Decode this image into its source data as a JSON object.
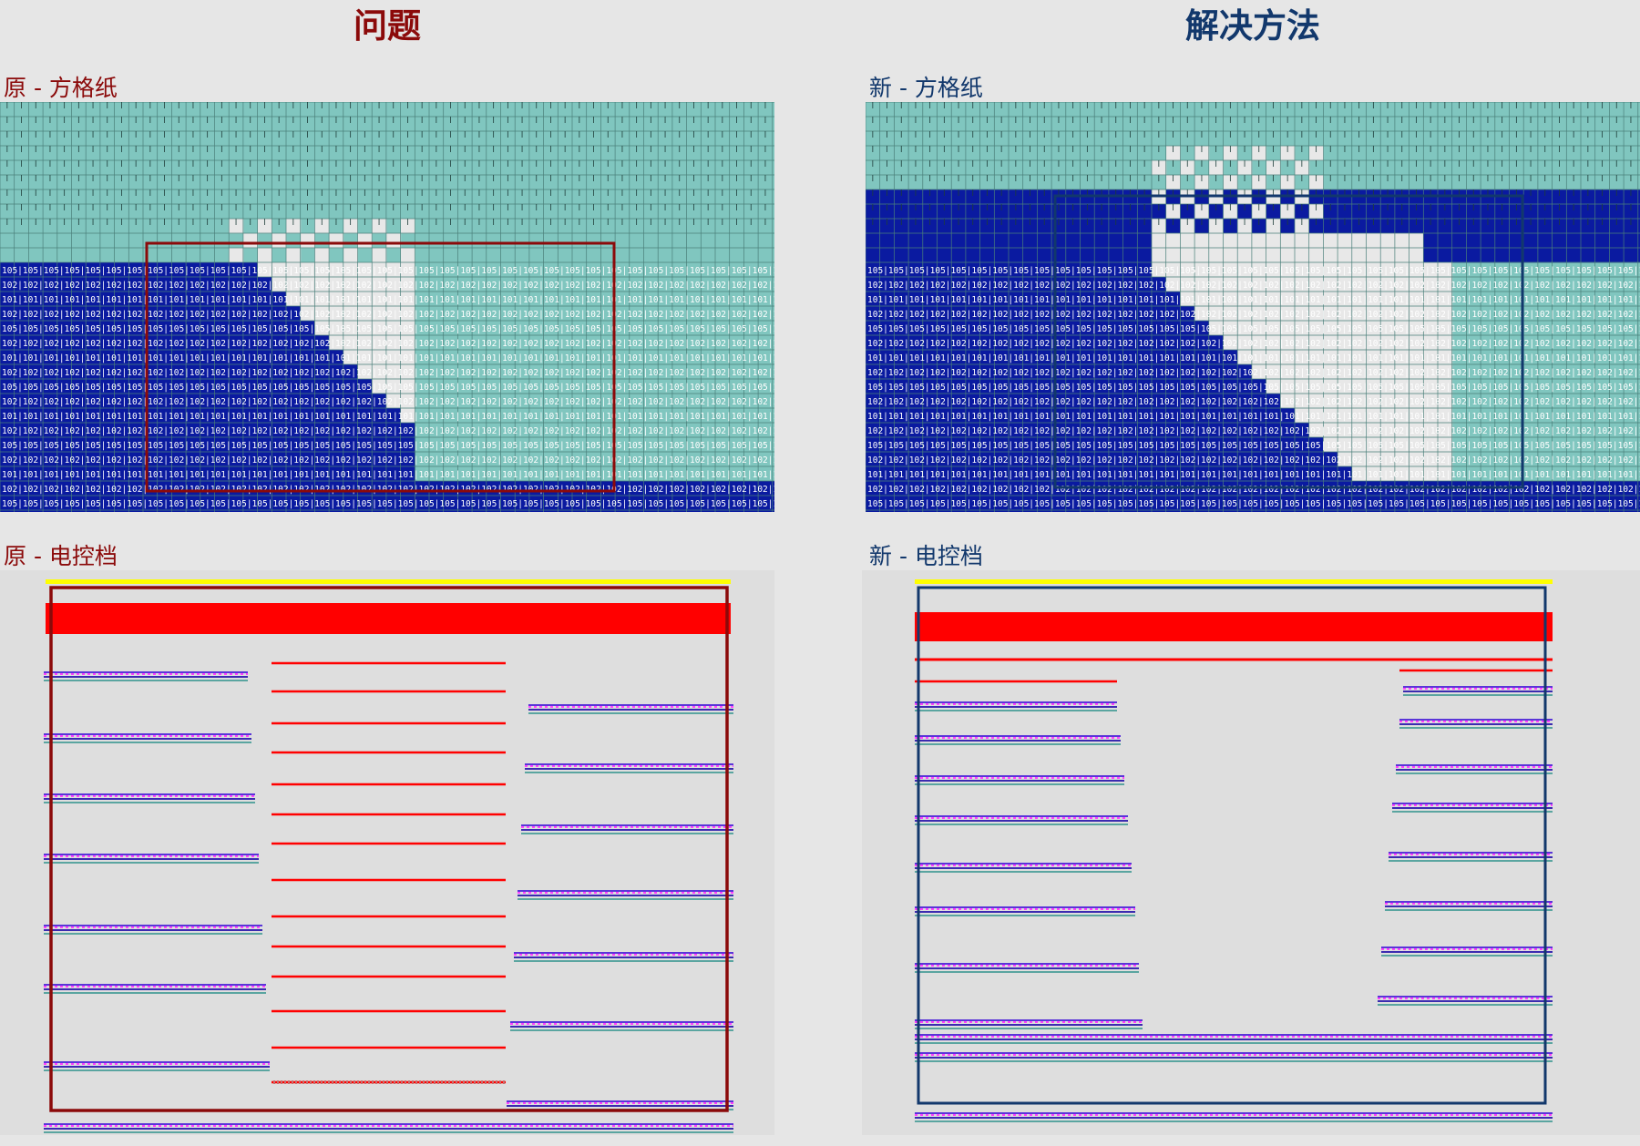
{
  "left": {
    "heading": "问题",
    "grid_label": "原 - 方格纸",
    "control_label": "原 - 电控档",
    "grid_row_codes": [
      "105",
      "102",
      "101",
      "102",
      "105",
      "102",
      "101",
      "102",
      "105",
      "102",
      "101",
      "102",
      "105",
      "102",
      "101",
      "102"
    ],
    "highlight_color": "#8b0a0a"
  },
  "right": {
    "heading": "解决方法",
    "grid_label": "新 - 方格纸",
    "control_label": "新 - 电控档",
    "grid_row_codes": [
      "105",
      "102",
      "101",
      "102",
      "105",
      "102",
      "101",
      "102",
      "105",
      "102",
      "101",
      "102",
      "105",
      "102",
      "101",
      "102"
    ],
    "highlight_color": "#12386c"
  },
  "colors": {
    "grid_teal": "#80c6bf",
    "grid_blue": "#0a1aa0",
    "grid_white": "#e8e8e8",
    "control_red": "#ff0000",
    "control_yellow": "#ffff00",
    "control_bg": "#dedede"
  }
}
